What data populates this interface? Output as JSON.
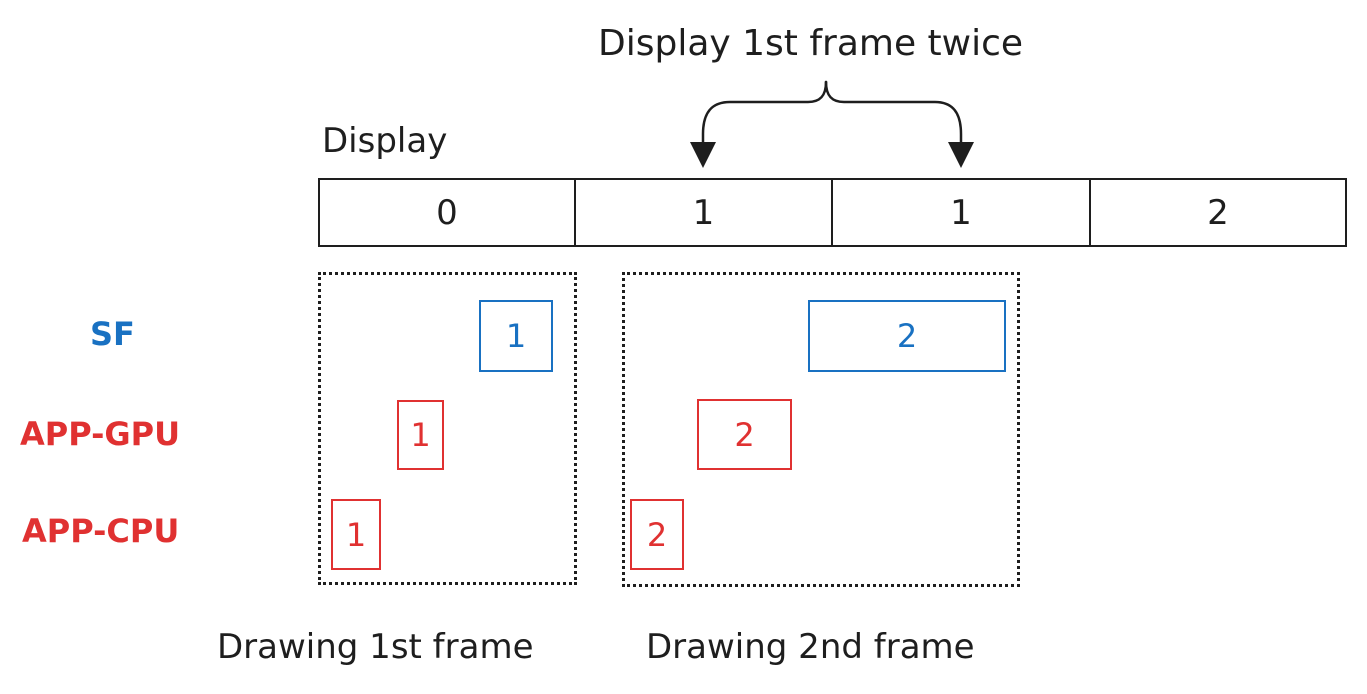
{
  "top_annotation": "Display 1st frame twice",
  "display": {
    "label": "Display",
    "cells": [
      "0",
      "1",
      "1",
      "2"
    ]
  },
  "rows": {
    "sf": "SF",
    "app_gpu": "APP-GPU",
    "app_cpu": "APP-CPU"
  },
  "frame1": {
    "caption": "Drawing 1st frame",
    "sf": "1",
    "gpu": "1",
    "cpu": "1"
  },
  "frame2": {
    "caption": "Drawing 2nd frame",
    "sf": "2",
    "gpu": "2",
    "cpu": "2"
  },
  "colors": {
    "sf": "#1971c2",
    "app": "#e03131",
    "stroke": "#1e1e1e"
  }
}
